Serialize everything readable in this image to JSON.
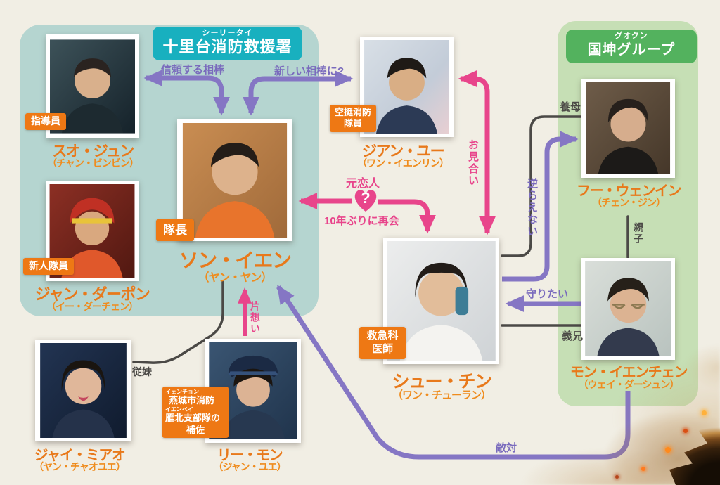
{
  "groups": {
    "fire_station": {
      "ruby": "シーリータイ",
      "name": "十里台消防救援署"
    },
    "guokun": {
      "ruby": "グオクン",
      "name": "国坤グループ"
    }
  },
  "characters": {
    "suo_jun": {
      "name": "スオ・ジュン",
      "actor": "（チャン・ビンビン）",
      "role": "指導員"
    },
    "jiang_dapeng": {
      "name": "ジャン・ダーポン",
      "actor": "（イー・ダーチェン）",
      "role": "新人隊員"
    },
    "song_yan": {
      "name": "ソン・イエン",
      "actor": "（ヤン・ヤン）",
      "role": "隊長"
    },
    "jiang_yu": {
      "name": "ジアン・ユー",
      "actor": "（ワン・イエンリン）",
      "role_line1": "空挺消防",
      "role_line2": "隊員"
    },
    "xu_qin": {
      "name": "シュー・チン",
      "actor": "（ワン・チューラン）",
      "role_line1": "救急科",
      "role_line2": "医師"
    },
    "fu_wenying": {
      "name": "フー・ウェンイン",
      "actor": "（チェン・ジン）"
    },
    "meng_yanchen": {
      "name": "モン・イエンチェン",
      "actor": "（ウェイ・ダーシュン）"
    },
    "zhai_miao": {
      "name": "ジャイ・ミアオ",
      "actor": "（ヤン・チャオユエ）"
    },
    "li_meng": {
      "name": "リー・モン",
      "actor": "（ジャン・ユエ）",
      "role_ruby1": "イェンチョン",
      "role_line1": "燕城市消防",
      "role_ruby2": "イエンペイ",
      "role_line2": "雁北支部隊の",
      "role_line3": "補佐"
    }
  },
  "relationships": {
    "trusted_partner": "信頼する相棒",
    "new_partner": "新しい相棒に?",
    "omiai": "お見合い",
    "ex_lovers": "元恋人",
    "heart_mark": "?",
    "reunion": "10年ぶりに再会",
    "cannot_defy": "逆らえない",
    "adoptive_mother": "養母",
    "parent_child": "親子",
    "want_to_protect": "守りたい",
    "brother_in_law": "義兄",
    "one_sided_love": "片想い",
    "cousin": "従妹",
    "hostility": "敵対"
  },
  "colors": {
    "background": "#f1eee4",
    "fire_station_panel": "#b5d5d0",
    "fire_station_header": "#18b0bf",
    "guokun_panel": "#c6dfb5",
    "guokun_header": "#53b25e",
    "name_orange": "#e8791b",
    "role_badge_orange": "#ee7814",
    "relation_pink": "#e8458b",
    "relation_purple": "#8576c4",
    "relation_line_dark": "#4b4946"
  }
}
